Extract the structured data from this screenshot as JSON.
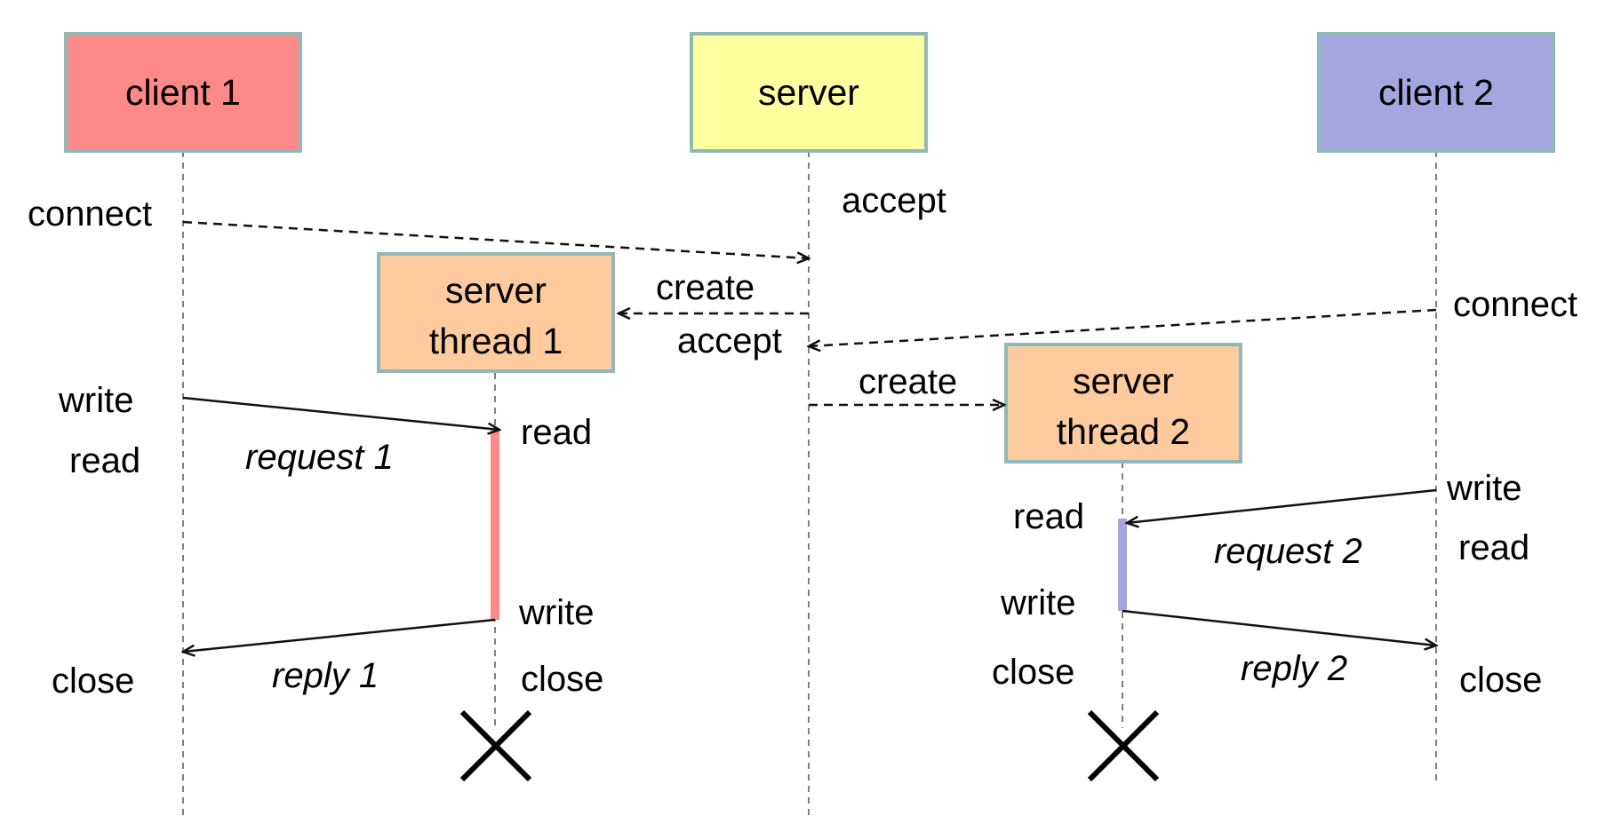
{
  "participants": {
    "client1": {
      "label": "client 1",
      "color": "#fd8988"
    },
    "server": {
      "label": "server",
      "color": "#ffff9f"
    },
    "client2": {
      "label": "client 2",
      "color": "#a4a6dd"
    },
    "thread1": {
      "line1": "server",
      "line2": "thread 1",
      "color": "#fdcb9d"
    },
    "thread2": {
      "line1": "server",
      "line2": "thread 2",
      "color": "#fdcb9d"
    }
  },
  "activation": {
    "thread1_color": "#fd8988",
    "thread2_color": "#a4a6dd"
  },
  "labels": {
    "client1_connect": "connect",
    "server_accept_1": "accept",
    "create_1": "create",
    "server_accept_2": "accept",
    "client2_connect": "connect",
    "create_2": "create",
    "client1_write": "write",
    "client1_read": "read",
    "request_1": "request 1",
    "thread1_read": "read",
    "thread1_write": "write",
    "client1_close": "close",
    "reply_1": "reply 1",
    "thread1_close": "close",
    "client2_write": "write",
    "thread2_read": "read",
    "request_2": "request 2",
    "client2_read": "read",
    "thread2_write": "write",
    "thread2_close": "close",
    "reply_2": "reply 2",
    "client2_close": "close"
  }
}
